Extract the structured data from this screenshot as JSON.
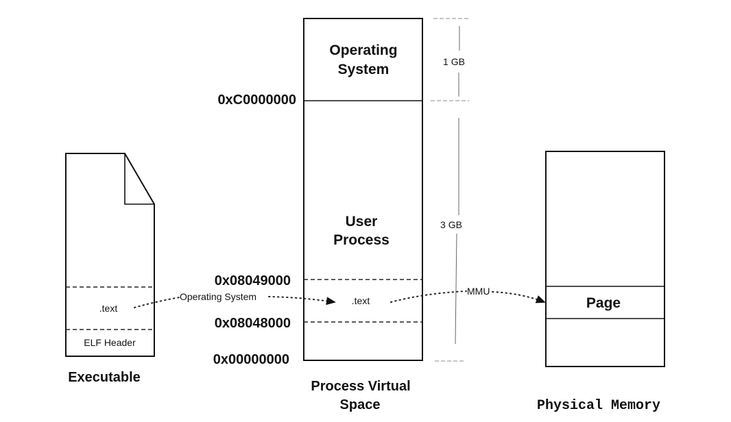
{
  "executable": {
    "title": "Executable",
    "sections": [
      ".text",
      "ELF Header"
    ]
  },
  "virtual_space": {
    "title_line1": "Process Virtual",
    "title_line2": "Space",
    "regions": {
      "os_line1": "Operating",
      "os_line2": "System",
      "user_line1": "User",
      "user_line2": "Process",
      "text": ".text"
    },
    "addresses": {
      "kernel_base": "0xC0000000",
      "text_end": "0x08049000",
      "text_start": "0x08048000",
      "zero": "0x00000000"
    },
    "sizes": {
      "os": "1 GB",
      "user": "3 GB"
    }
  },
  "physical_memory": {
    "title": "Physical Memory",
    "page_label": "Page"
  },
  "arrows": {
    "load": "Operating System",
    "translate": "MMU"
  }
}
